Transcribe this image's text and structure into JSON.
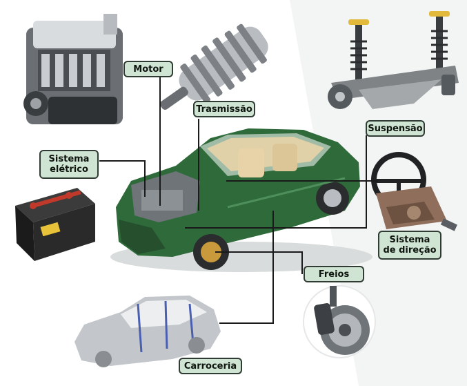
{
  "labels": {
    "motor": "Motor",
    "transmissao": "Trasmissão",
    "suspensao": "Suspensão",
    "eletrico_1": "Sistema",
    "eletrico_2": "elétrico",
    "direcao_1": "Sistema",
    "direcao_2": "de direção",
    "freios": "Freios",
    "carroceria": "Carroceria"
  },
  "colors": {
    "label_fill": "#cfe4d2",
    "label_border": "#2f3b33",
    "line": "#1a1a1a",
    "car_body": "#2f6b3a",
    "interior": "#e8d3a8"
  }
}
